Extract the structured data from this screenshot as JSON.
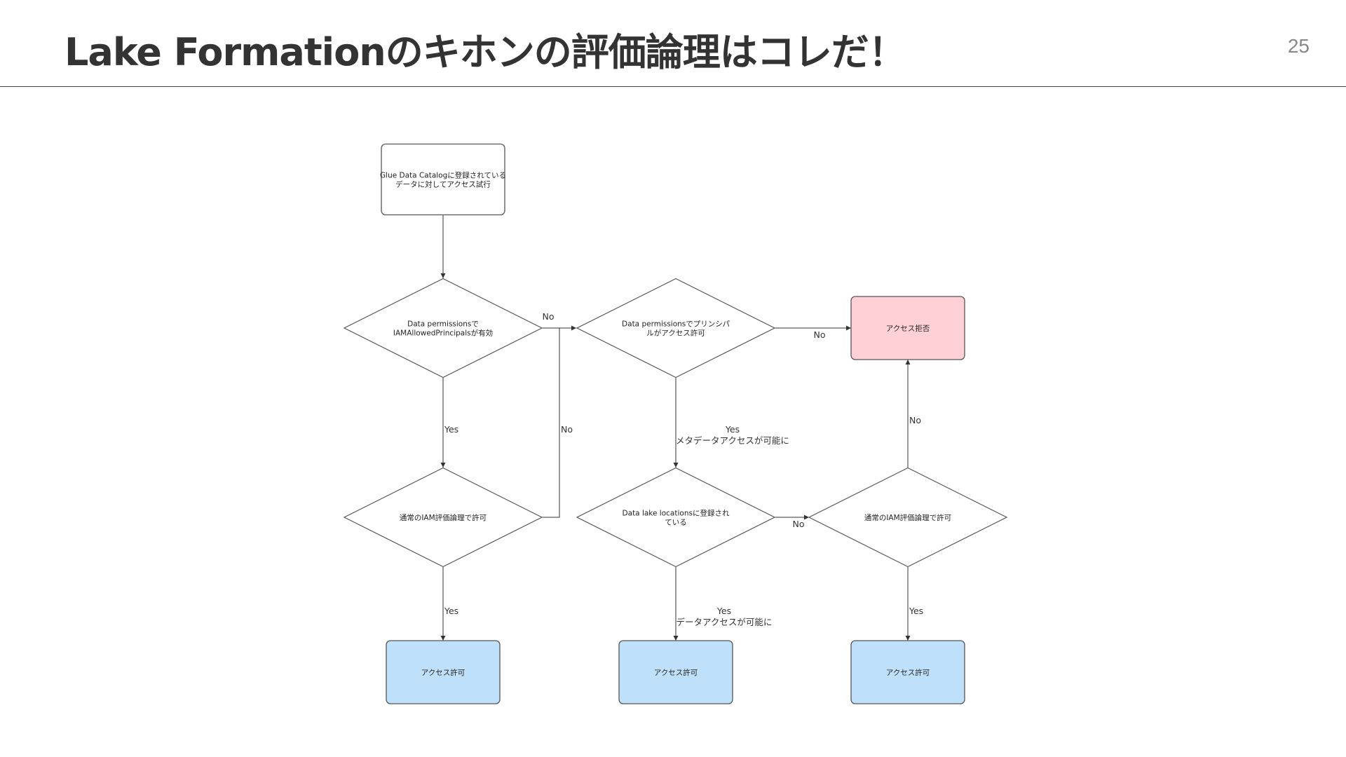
{
  "slide": {
    "title": "Lake Formationのキホンの評価論理はコレだ！",
    "page_number": "25"
  },
  "colors": {
    "deny_fill": "#ffd0d6",
    "allow_fill": "#bfe0fa",
    "node_stroke": "#555555",
    "edge_stroke": "#333333"
  },
  "flowchart": {
    "nodes": {
      "start": {
        "lines": [
          "Glue Data Catalogに登録されている",
          "データに対してアクセス試行"
        ]
      },
      "iam_allowed_check": {
        "lines": [
          "Data permissionsで",
          "IAMAllowedPrincipalsが有効"
        ]
      },
      "principal_check": {
        "lines": [
          "Data permissionsでプリンシパ",
          "ルがアクセス許可"
        ]
      },
      "access_denied": {
        "lines": [
          "アクセス拒否"
        ]
      },
      "iam_eval_left": {
        "lines": [
          "通常のIAM評価論理で許可"
        ]
      },
      "location_check": {
        "lines": [
          "Data lake locationsに登録され",
          "ている"
        ]
      },
      "iam_eval_right": {
        "lines": [
          "通常のIAM評価論理で許可"
        ]
      },
      "allow_left": {
        "lines": [
          "アクセス許可"
        ]
      },
      "allow_center": {
        "lines": [
          "アクセス許可"
        ]
      },
      "allow_right": {
        "lines": [
          "アクセス許可"
        ]
      }
    },
    "edges": {
      "iam_allowed_no": {
        "lines": [
          "No"
        ]
      },
      "principal_no": {
        "lines": [
          "No"
        ]
      },
      "iam_allowed_yes": {
        "lines": [
          "Yes"
        ]
      },
      "iam_left_no": {
        "lines": [
          "No"
        ]
      },
      "principal_yes": {
        "lines": [
          "Yes",
          "メタデータアクセスが可能に"
        ]
      },
      "iam_right_no": {
        "lines": [
          "No"
        ]
      },
      "location_no": {
        "lines": [
          "No"
        ]
      },
      "iam_left_yes": {
        "lines": [
          "Yes"
        ]
      },
      "location_yes": {
        "lines": [
          "Yes",
          "データアクセスが可能に"
        ]
      },
      "iam_right_yes": {
        "lines": [
          "Yes"
        ]
      }
    }
  }
}
